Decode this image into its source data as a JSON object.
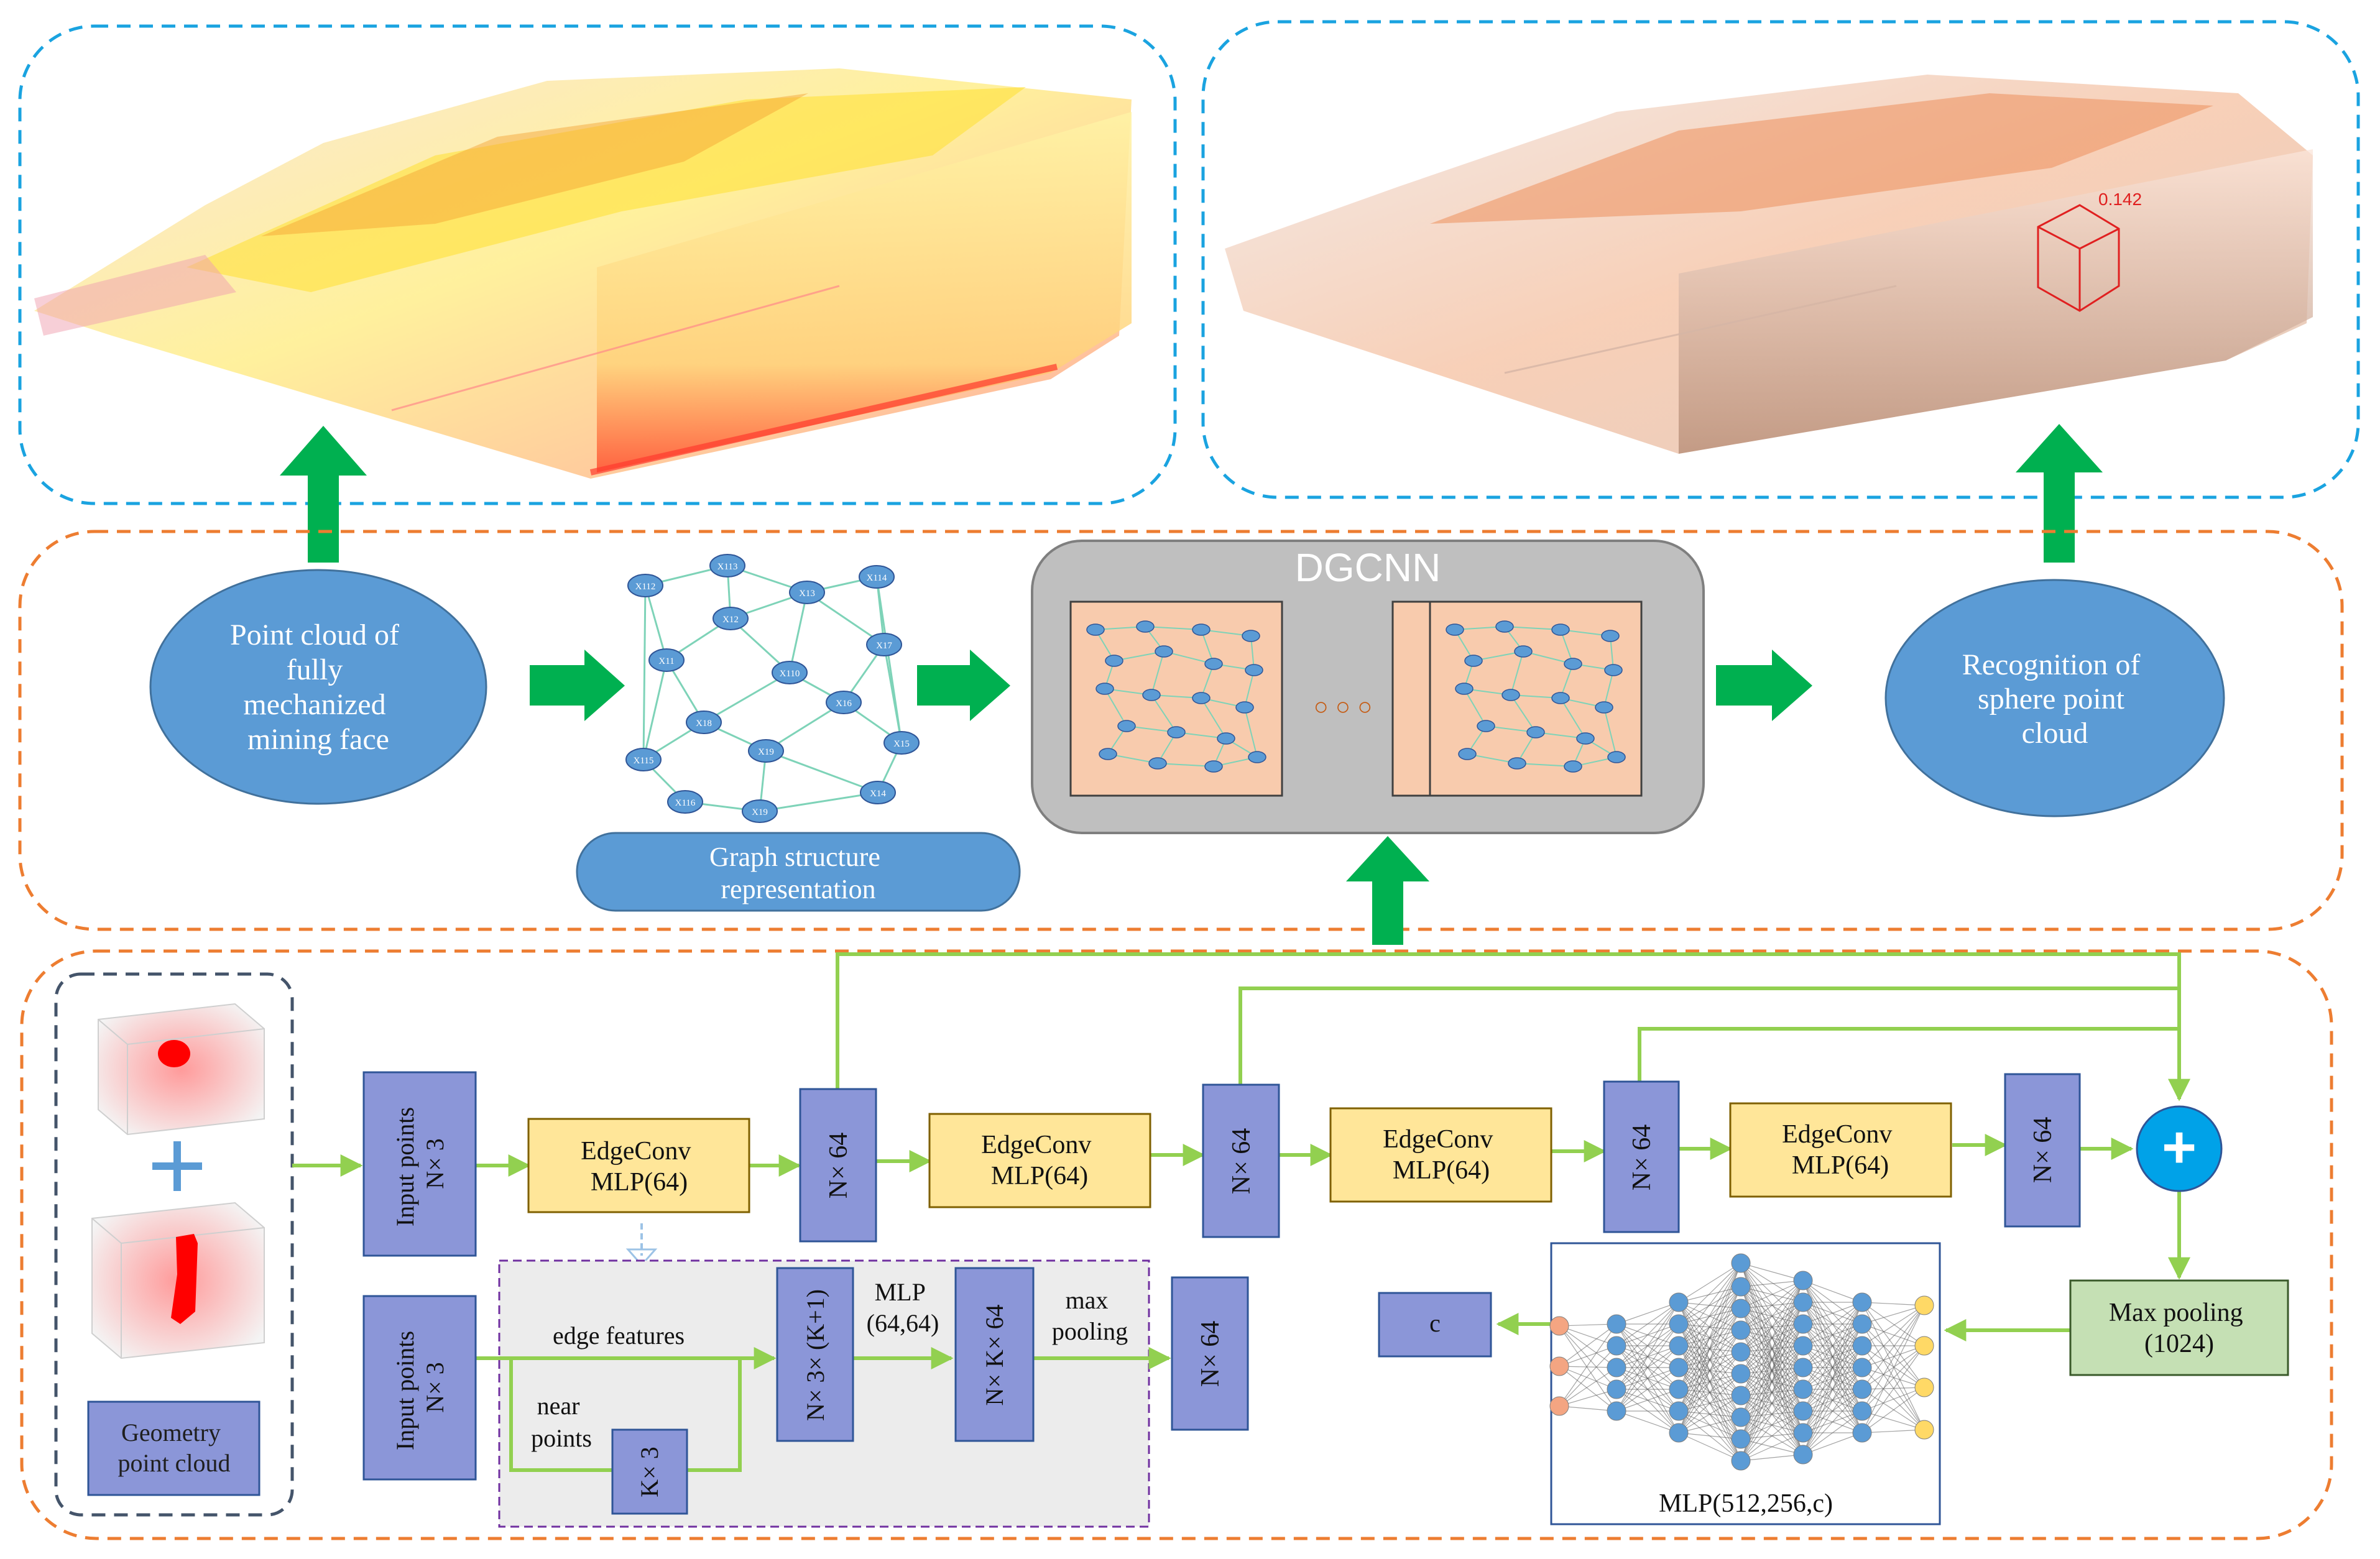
{
  "top_panels": {
    "left_panel_caption": "",
    "right_panel_marker_value": "0.142"
  },
  "middle": {
    "input_ellipse": [
      "Point cloud of",
      "fully",
      "mechanized",
      "mining face"
    ],
    "graph_label": [
      "Graph structure",
      "representation"
    ],
    "dgcnn_title": "DGCNN",
    "ellipsis": "○ ○ ○",
    "output_ellipse": [
      "Recognition of",
      "sphere point",
      "cloud"
    ],
    "graph_nodes": [
      "X112",
      "X113",
      "X114",
      "X13",
      "X12",
      "X11",
      "X110",
      "X17",
      "X18",
      "X16",
      "X19",
      "X15",
      "X115",
      "X116",
      "X19b",
      "X14"
    ]
  },
  "bottom": {
    "geometry_label": [
      "Geometry",
      "point cloud"
    ],
    "input_points_1": [
      "Input points",
      "N× 3"
    ],
    "input_points_2": [
      "Input points",
      "N× 3"
    ],
    "edgeconv_1": [
      "EdgeConv",
      "MLP(64)"
    ],
    "edgeconv_2": [
      "EdgeConv",
      "MLP(64)"
    ],
    "edgeconv_3": [
      "EdgeConv",
      "MLP(64)"
    ],
    "edgeconv_4": [
      "EdgeConv",
      "MLP(64)"
    ],
    "n64_labels": [
      "N× 64",
      "N× 64",
      "N× 64",
      "N× 64"
    ],
    "edge_features": "edge features",
    "near_points": [
      "near",
      "points"
    ],
    "k3": "K× 3",
    "nx3k1": "N× 3× (K+1)",
    "mlp_64_64": [
      "MLP",
      "(64,64)"
    ],
    "nk64": "N× K× 64",
    "max_pooling_small": [
      "max",
      "pooling"
    ],
    "n64_out": "N× 64",
    "plus_symbol": "+",
    "max_pooling_box": [
      "Max pooling",
      "(1024)"
    ],
    "c_label": "c",
    "mlp_caption": "MLP(512,256,c)"
  },
  "colors": {
    "panel_blue_dash": "#1aa3e0",
    "panel_orange_dash": "#ed7d31",
    "ellipse_fill": "#5b9bd5",
    "block_purple": "#8b96d8",
    "block_yellow": "#ffe699",
    "arrow_green": "#00b050",
    "line_green": "#92d050",
    "max_pool_fill": "#c5e0b4",
    "plus_fill": "#00a2e8"
  }
}
